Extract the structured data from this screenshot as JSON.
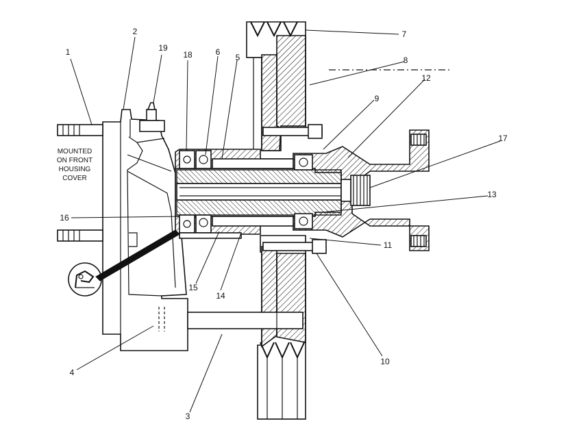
{
  "note": {
    "lines": [
      "MOUNTED",
      "ON FRONT",
      "HOUSING",
      "COVER"
    ]
  },
  "callouts": [
    "1",
    "2",
    "3",
    "4",
    "5",
    "6",
    "7",
    "8",
    "9",
    "10",
    "11",
    "12",
    "13",
    "14",
    "15",
    "16",
    "17",
    "18",
    "19"
  ]
}
